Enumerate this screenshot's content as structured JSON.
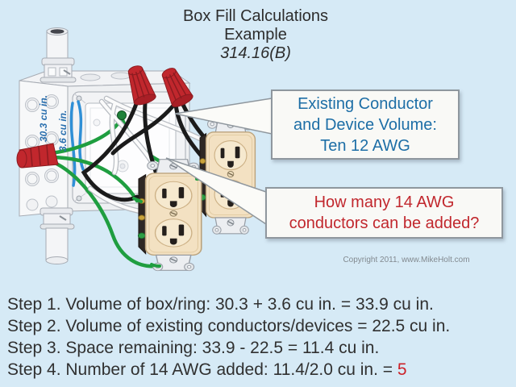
{
  "title": {
    "line1": "Box Fill Calculations",
    "line2": "Example",
    "line3": "314.16(B)"
  },
  "callouts": {
    "existing": {
      "lines": [
        "Existing Conductor",
        "and Device Volume:",
        "Ten 12 AWG"
      ]
    },
    "question": {
      "lines": [
        "How many 14 AWG",
        "conductors can be added?"
      ]
    }
  },
  "diagram": {
    "box_volume_label": "30.3 cu in.",
    "ring_volume_label": "3.6 cu in."
  },
  "steps": {
    "items": [
      {
        "text": "Step 1. Volume of box/ring: 30.3 + 3.6 cu in. = 33.9 cu in."
      },
      {
        "text": "Step 2. Volume of existing conductors/devices = 22.5 cu in."
      },
      {
        "text": "Step 3. Space remaining: 33.9 - 22.5 = 11.4 cu in."
      },
      {
        "text": "Step 4. Number of 14 AWG added: 11.4/2.0 cu in. = ",
        "answer": "5"
      }
    ]
  },
  "copyright": "Copyright 2011, www.MikeHolt.com",
  "colors": {
    "background": "#d6eaf6",
    "callout_text_blue": "#1d6ea6",
    "callout_text_red": "#c1272d",
    "answer_red": "#cc2128",
    "label_blue": "#2a6fae",
    "wire_black": "#1b1b1b",
    "wire_white": "#fbfbfb",
    "wire_green": "#1f9e40",
    "wire_blue": "#2f8fd6",
    "wirenut_red": "#c1272d",
    "receptacle_ivory": "#f3e1c2",
    "box_metal": "#f2f3f5"
  }
}
